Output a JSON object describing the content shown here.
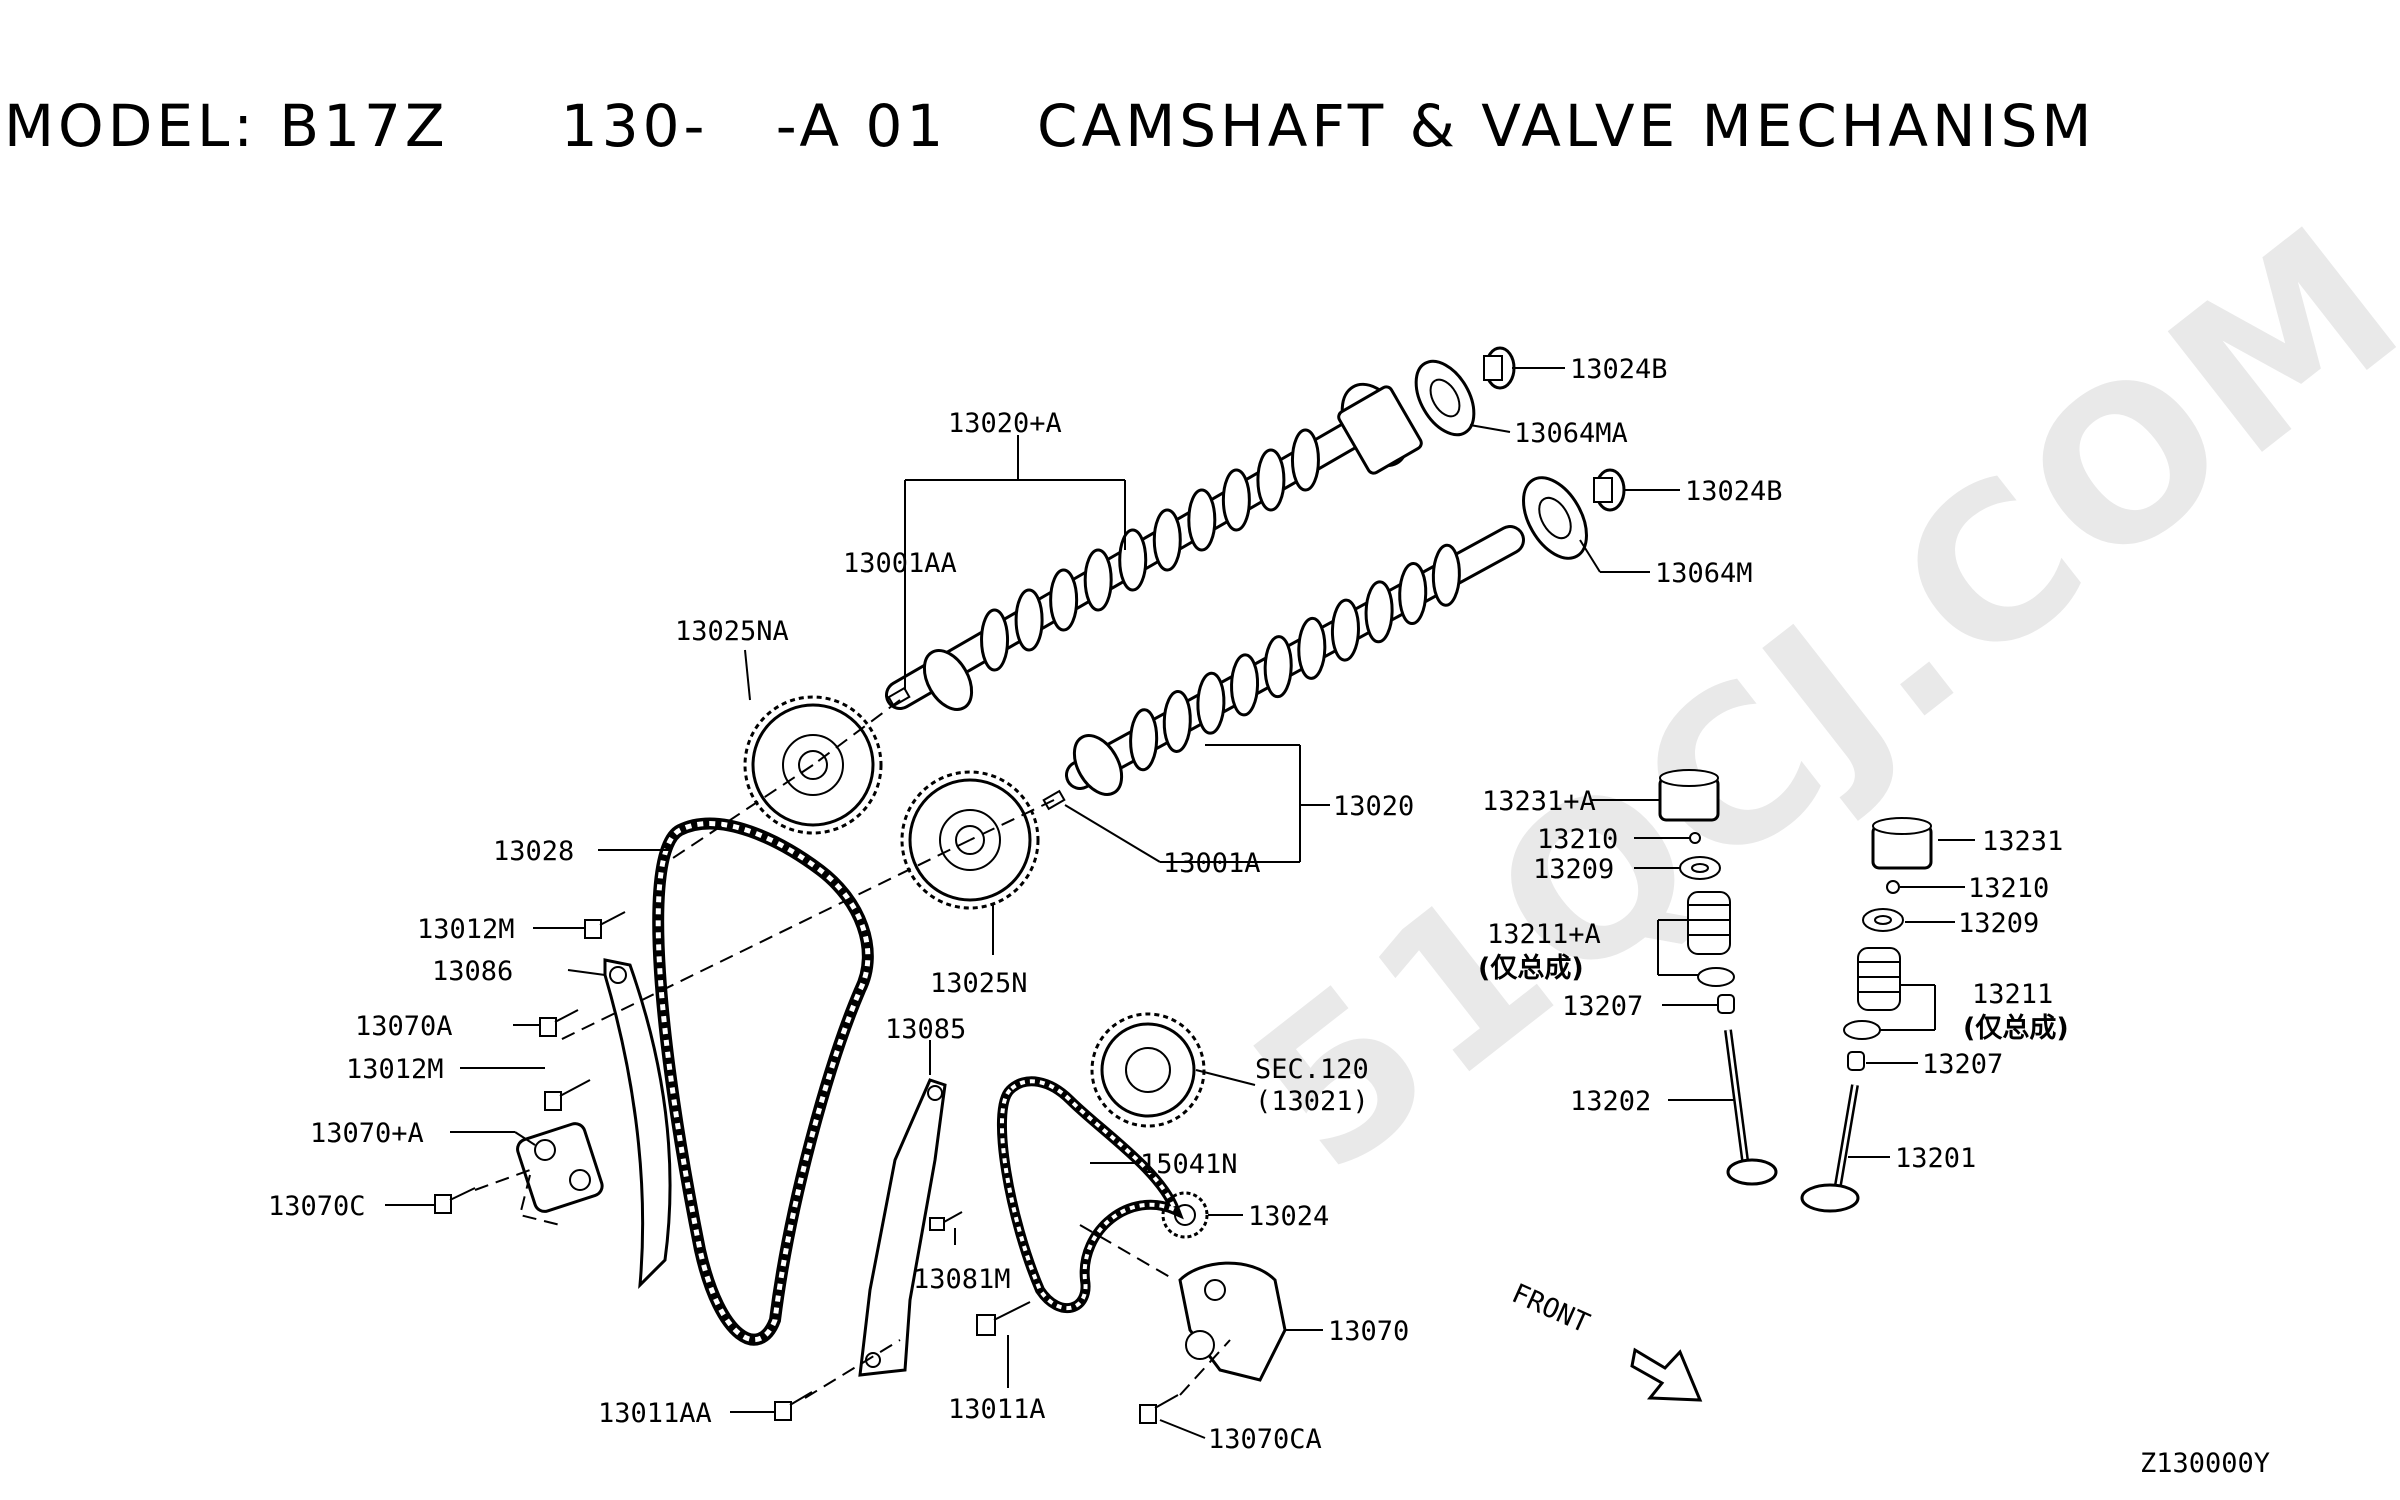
{
  "header": {
    "title": "MODEL: B17Z     130-   -A 01    CAMSHAFT & VALVE MECHANISM"
  },
  "watermark": "51QCJ.COM",
  "figure_code": "Z130000Y",
  "front_label": "FRONT",
  "parts": {
    "13024B_upper": "13024B",
    "13064MA": "13064MA",
    "13020_A": "13020+A",
    "13024B_lower": "13024B",
    "13064M": "13064M",
    "13001AA": "13001AA",
    "13025NA": "13025NA",
    "13020": "13020",
    "13001A": "13001A",
    "13028": "13028",
    "13231_A": "13231+A",
    "13231": "13231",
    "13210_left": "13210",
    "13210_right": "13210",
    "13209_left": "13209",
    "13209_right": "13209",
    "13012M_upper": "13012M",
    "13025N": "13025N",
    "13211_A": "13211+A",
    "13211_A_note": "(仅总成)",
    "13211": "13211",
    "13211_note": "(仅总成)",
    "13086": "13086",
    "13085": "13085",
    "13070A": "13070A",
    "13207_left": "13207",
    "13207_right": "13207",
    "13012M_lower": "13012M",
    "SEC120": "SEC.120",
    "SEC120_ref": "(13021)",
    "13202": "13202",
    "13070_A": "13070+A",
    "15041N": "15041N",
    "13201": "13201",
    "13070C": "13070C",
    "13024": "13024",
    "13081M": "13081M",
    "13070": "13070",
    "13011AA": "13011AA",
    "13011A": "13011A",
    "13070CA": "13070CA"
  }
}
